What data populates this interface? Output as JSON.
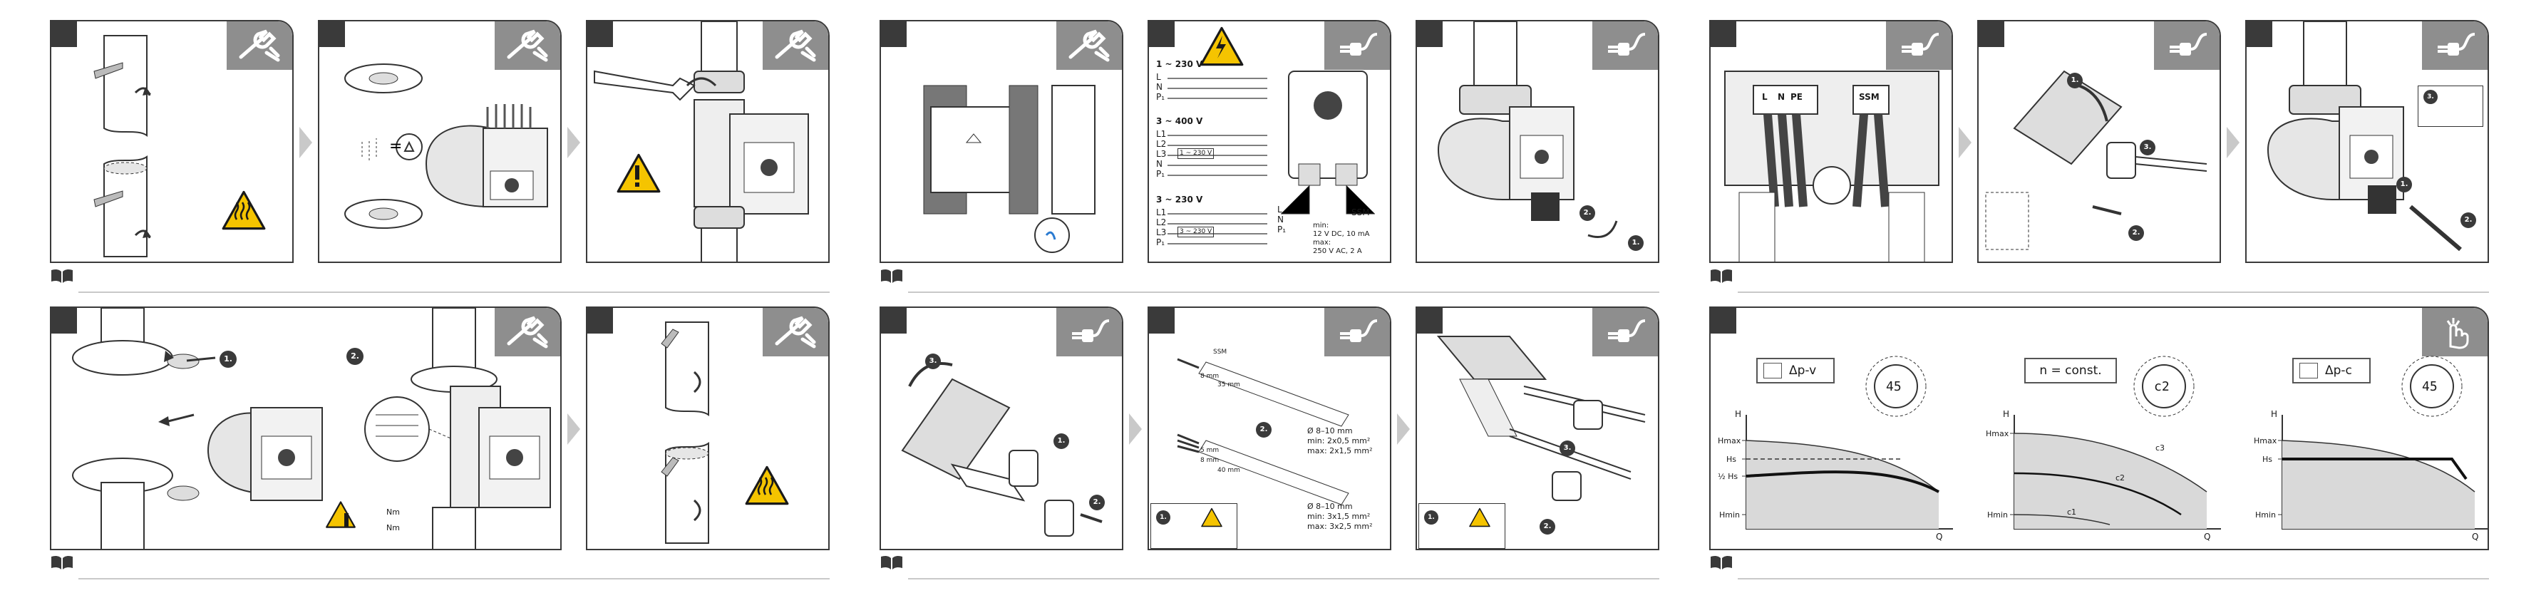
{
  "wiring": {
    "w1_title": "1 ~ 230 V",
    "w1_lines": [
      "L",
      "N",
      "P₁"
    ],
    "w2_title": "3 ~ 400 V",
    "w2_lines": [
      "L1",
      "L2",
      "L3",
      "N",
      "P₁"
    ],
    "w2_note": "1 ~ 230 V",
    "w3_title": "3 ~ 230 V",
    "w3_lines": [
      "L1",
      "L2",
      "L3",
      "P₁"
    ],
    "w3_note": "3 ~ 230 V",
    "ssm_label": "SSM",
    "terms": [
      "L",
      "N",
      "P₁"
    ],
    "min_label": "min:",
    "min_value": "12 V DC, 10 mA",
    "max_label": "max:",
    "max_value": "250 V AC, 2 A"
  },
  "cable": {
    "ssm": "SSM",
    "dim_a": "8 mm",
    "dim_b": "35 mm",
    "dim_c": "8 mm",
    "dim_d": "40 mm",
    "dim_e": "5 mm",
    "spec1": [
      "Ø 8–10 mm",
      "min: 2x0,5 mm²",
      "max: 2x1,5 mm²"
    ],
    "spec2": [
      "Ø 8–10 mm",
      "min: 3x1,5 mm²",
      "max: 3x2,5 mm²"
    ]
  },
  "terminal": {
    "l": "L",
    "n": "N",
    "pe": "PE",
    "ssm": "SSM"
  },
  "torque": {
    "t1": "Nm",
    "t2": "Nm"
  },
  "steps": {
    "one": "1.",
    "two": "2.",
    "three": "3."
  },
  "display": {
    "a": "45",
    "b": "c2",
    "c": "45"
  },
  "modes": [
    {
      "label": "Δp-v",
      "ylabels": [
        "H",
        "Hmax",
        "Hs",
        "½ Hs",
        "Hmin"
      ],
      "xlabel": "Q"
    },
    {
      "label": "n = const.",
      "ylabels": [
        "H",
        "Hmax",
        "Hmin"
      ],
      "curves": [
        "c3",
        "c2",
        "c1"
      ],
      "xlabel": "Q"
    },
    {
      "label": "Δp-c",
      "ylabels": [
        "H",
        "Hmax",
        "Hs",
        "Hmin"
      ],
      "xlabel": "Q"
    }
  ],
  "colors": {
    "frame": "#3a3a3a",
    "tag": "#8e8e8e",
    "curve_fill": "#d9d9d9",
    "warning": "#f5c400",
    "divider": "#c9c9c9"
  },
  "icons": {
    "tool": "wrench-screwdriver-icon",
    "plug": "power-plug-icon",
    "hand": "hand-pointer-icon",
    "manual": "open-book-icon",
    "hot": "hot-surface-warning-icon",
    "shock": "electric-shock-warning-icon",
    "caution": "general-warning-icon"
  }
}
